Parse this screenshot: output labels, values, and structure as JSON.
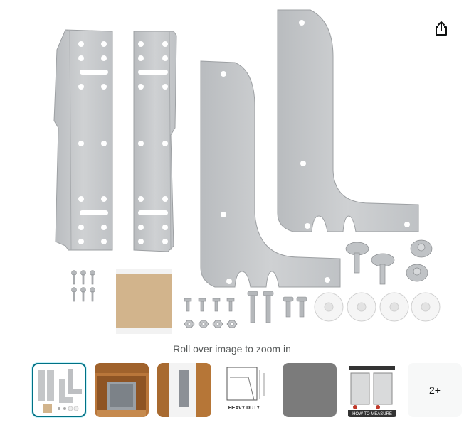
{
  "gallery": {
    "zoom_hint": "Roll over image to zoom in",
    "share_icon": "share-icon",
    "more_label": "2+",
    "selected_index": 0,
    "colors": {
      "selected_border": "#007185",
      "steel": "#c4c6c8",
      "pad": "#d2b48c"
    }
  },
  "thumbnails": [
    {
      "name": "thumbnail-brackets-kit"
    },
    {
      "name": "thumbnail-cabinet-bin"
    },
    {
      "name": "thumbnail-cabinet-side"
    },
    {
      "name": "thumbnail-diagram",
      "caption": "HEAVY DUTY"
    },
    {
      "name": "thumbnail-gray-swatch"
    },
    {
      "name": "thumbnail-how-to-measure",
      "caption": "HOW TO MEASURE"
    }
  ]
}
